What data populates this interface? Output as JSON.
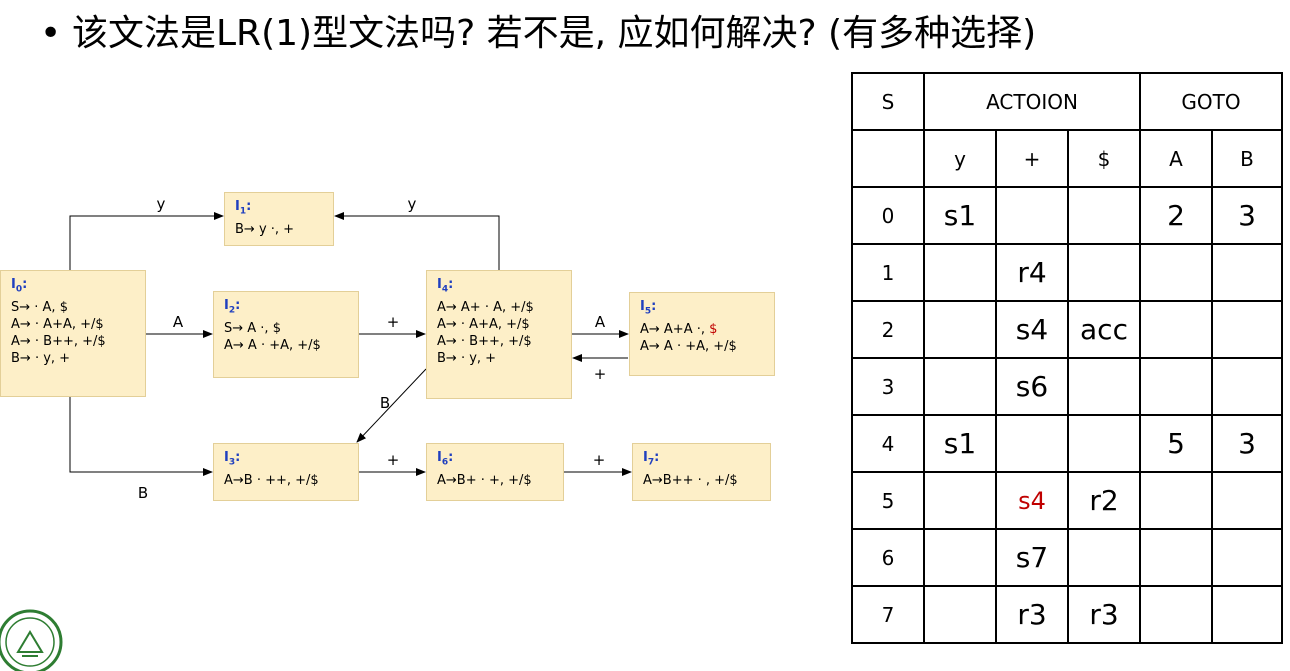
{
  "title": "该文法是LR(1)型文法吗? 若不是, 应如何解决? (有多种选择)",
  "states": [
    {
      "id": "I0",
      "name": "I",
      "sub": "0",
      "items": [
        "S→ · A,  $",
        "A→ · A+A,  +/$",
        "A→ · B++,  +/$",
        "B→ · y,  +"
      ]
    },
    {
      "id": "I1",
      "name": "I",
      "sub": "1",
      "items": [
        "B→ y ·,  +"
      ]
    },
    {
      "id": "I2",
      "name": "I",
      "sub": "2",
      "items": [
        "S→ A ·,  $",
        "A→ A · +A,  +/$"
      ]
    },
    {
      "id": "I3",
      "name": "I",
      "sub": "3",
      "items": [
        "A→B · ++,  +/$"
      ]
    },
    {
      "id": "I4",
      "name": "I",
      "sub": "4",
      "items": [
        "A→ A+ · A,  +/$",
        "A→ · A+A,  +/$",
        "A→ · B++,  +/$",
        "B→ · y,  +"
      ]
    },
    {
      "id": "I5",
      "name": "I",
      "sub": "5",
      "items": [
        "A→ A+A ·,  ",
        "A→ A · +A,  +/$"
      ],
      "item0_red": "$"
    },
    {
      "id": "I6",
      "name": "I",
      "sub": "6",
      "items": [
        "A→B+ · +,  +/$"
      ]
    },
    {
      "id": "I7",
      "name": "I",
      "sub": "7",
      "items": [
        "A→B++ · ,  +/$"
      ]
    }
  ],
  "edge_labels": {
    "i0_i1": "y",
    "i4_i1": "y",
    "i0_i2": "A",
    "i2_i4": "+",
    "i4_i5": "A",
    "i5_i4": "+",
    "i4_i3": "B",
    "i0_i3": "B",
    "i3_i6": "+",
    "i6_i7": "+"
  },
  "table": {
    "header1": {
      "s": "S",
      "action": "ACTOION",
      "goto": "GOTO"
    },
    "header2": [
      "y",
      "+",
      "$",
      "A",
      "B"
    ],
    "rows": [
      {
        "s": "0",
        "y": "s1",
        "plus": "",
        "dollar": "",
        "A": "2",
        "B": "3"
      },
      {
        "s": "1",
        "y": "",
        "plus": "r4",
        "dollar": "",
        "A": "",
        "B": ""
      },
      {
        "s": "2",
        "y": "",
        "plus": "s4",
        "dollar": "acc",
        "A": "",
        "B": ""
      },
      {
        "s": "3",
        "y": "",
        "plus": "s6",
        "dollar": "",
        "A": "",
        "B": ""
      },
      {
        "s": "4",
        "y": "s1",
        "plus": "",
        "dollar": "",
        "A": "5",
        "B": "3"
      },
      {
        "s": "5",
        "y": "",
        "plus": "s4",
        "dollar": "r2",
        "A": "",
        "B": ""
      },
      {
        "s": "6",
        "y": "",
        "plus": "s7",
        "dollar": "",
        "A": "",
        "B": ""
      },
      {
        "s": "7",
        "y": "",
        "plus": "r3",
        "dollar": "r3",
        "A": "",
        "B": ""
      }
    ],
    "highlight_color": "#c00000"
  }
}
